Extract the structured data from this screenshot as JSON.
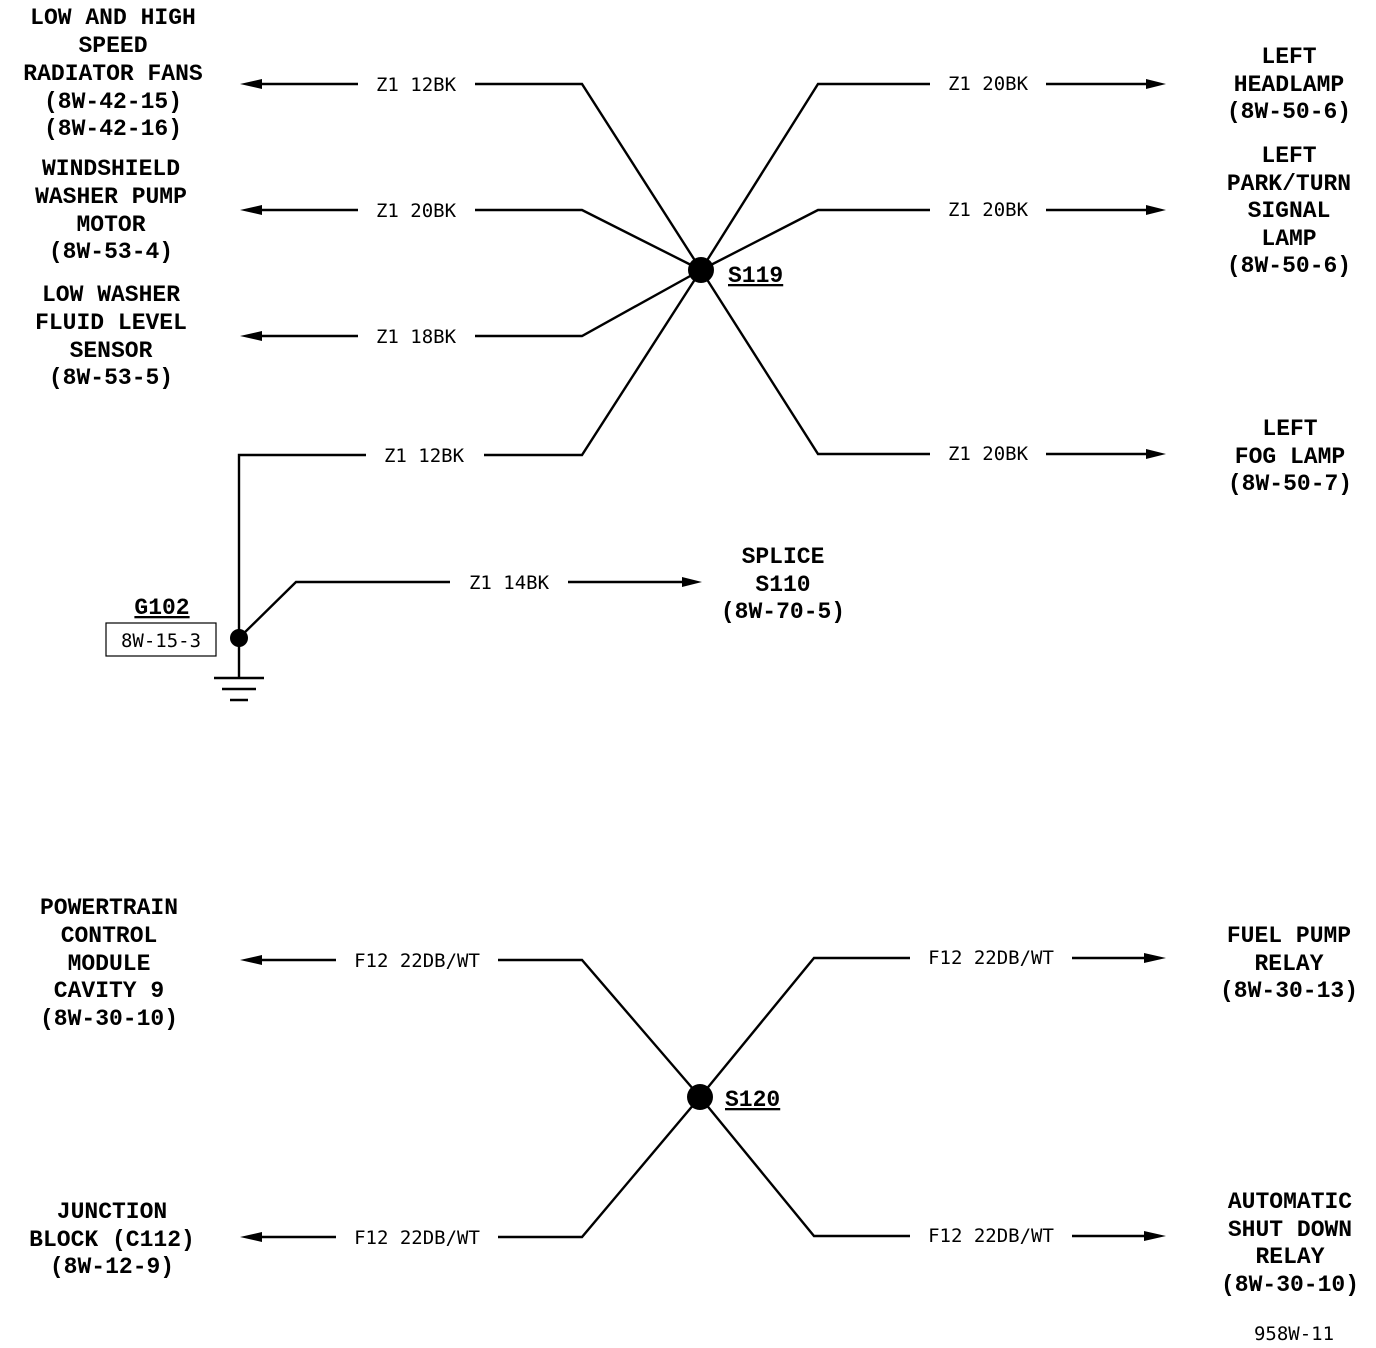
{
  "splices": {
    "s119": "S119",
    "s120": "S120"
  },
  "ground": {
    "name": "G102",
    "ref": "8W-15-3"
  },
  "wires": {
    "fans": "Z1 12BK",
    "washer_pump": "Z1 20BK",
    "washer_fluid": "Z1 18BK",
    "ground_s119": "Z1 12BK",
    "ground_s110": "Z1 14BK",
    "headlamp": "Z1 20BK",
    "park_turn": "Z1 20BK",
    "fog_lamp": "Z1 20BK",
    "pcm": "F12 22DB/WT",
    "junction_block": "F12 22DB/WT",
    "fuel_pump": "F12 22DB/WT",
    "asd_relay": "F12 22DB/WT"
  },
  "components": {
    "fans": [
      "LOW AND HIGH",
      "SPEED",
      "RADIATOR FANS",
      "(8W-42-15)",
      "(8W-42-16)"
    ],
    "washer_pump": [
      "WINDSHIELD",
      "WASHER PUMP",
      "MOTOR",
      "(8W-53-4)"
    ],
    "washer_fluid": [
      "LOW WASHER",
      "FLUID LEVEL",
      "SENSOR",
      "(8W-53-5)"
    ],
    "headlamp": [
      "LEFT",
      "HEADLAMP",
      "(8W-50-6)"
    ],
    "park_turn": [
      "LEFT",
      "PARK/TURN",
      "SIGNAL",
      "LAMP",
      "(8W-50-6)"
    ],
    "fog_lamp": [
      "LEFT",
      "FOG LAMP",
      "(8W-50-7)"
    ],
    "splice_s110": [
      "SPLICE",
      "S110",
      "(8W-70-5)"
    ],
    "pcm": [
      "POWERTRAIN",
      "CONTROL",
      "MODULE",
      "CAVITY 9",
      "(8W-30-10)"
    ],
    "junction_block": [
      "JUNCTION",
      "BLOCK (C112)",
      "(8W-12-9)"
    ],
    "fuel_pump": [
      "FUEL PUMP",
      "RELAY",
      "(8W-30-13)"
    ],
    "asd_relay": [
      "AUTOMATIC",
      "SHUT DOWN",
      "RELAY",
      "(8W-30-10)"
    ]
  },
  "figure_id": "958W-11"
}
